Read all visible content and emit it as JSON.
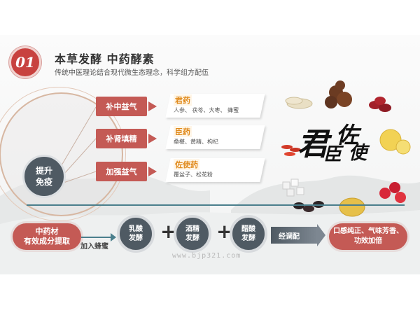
{
  "header": {
    "badge": "01",
    "title": "本草发酵  中药酵素",
    "subtitle": "传统中医理论结合现代微生态理念，科学组方配伍"
  },
  "center_label": "提升\n免疫",
  "branches": [
    {
      "label": "补中益气",
      "card_title": "君药",
      "card_text": "人参、 茯苓、大枣、 蜂蜜"
    },
    {
      "label": "补肾填精",
      "card_title": "臣药",
      "card_text": "桑椹、黄精、枸杞"
    },
    {
      "label": "加强益气",
      "card_title": "佐使药",
      "card_text": "覆盆子、松花粉"
    }
  ],
  "calligraphy": {
    "c1": "君",
    "c2": "臣",
    "c3": "佐",
    "c4": "使"
  },
  "process": {
    "start": "中药材\n有效成分提取",
    "step1": "乳酸\n发酵",
    "step2": "酒精\n发酵",
    "step3": "醋酸\n发酵",
    "plus": "+",
    "honey": "加入蜂蜜",
    "arrow": "经调配",
    "result": "口感纯正、气味芳香、\n功效加倍"
  },
  "watermark": "www.bjp321.com",
  "colors": {
    "accent_red": "#c45a55",
    "slate": "#4f5a63",
    "teal_line": "#4a7f8c",
    "gold": "#e08a1c"
  }
}
